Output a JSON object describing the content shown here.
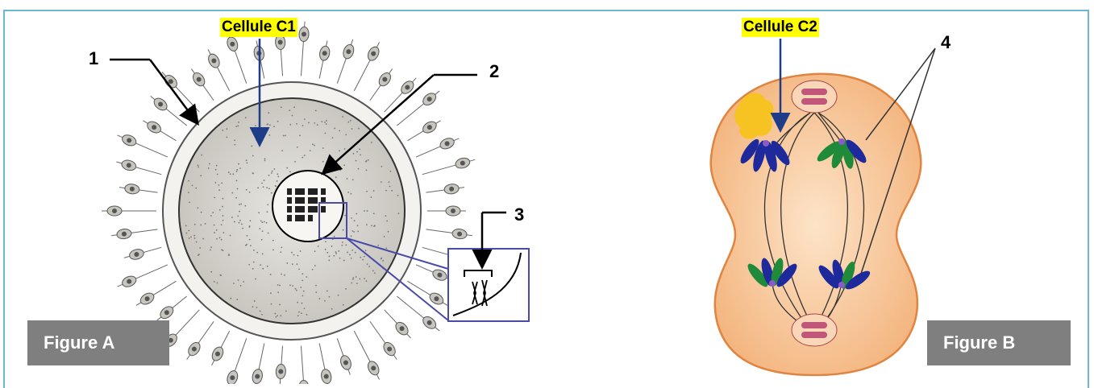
{
  "header_text": "",
  "figure_a": {
    "tag": "Figure A",
    "cell_label": "Cellule C1",
    "markers": [
      "1",
      "2",
      "3"
    ]
  },
  "figure_b": {
    "tag": "Figure B",
    "cell_label": "Cellule C2",
    "markers": [
      "4"
    ]
  },
  "colors": {
    "highlight": "#ffff00",
    "tag_bg": "#7f7f7f",
    "frame": "#6fb5d6",
    "arrow_blue": "#1f3c88",
    "cell_fill": "#f7c79a",
    "chromosome_blue": "#1e2a9c",
    "chromosome_green": "#1f8a3a",
    "centriole_pink": "#c0577a"
  }
}
